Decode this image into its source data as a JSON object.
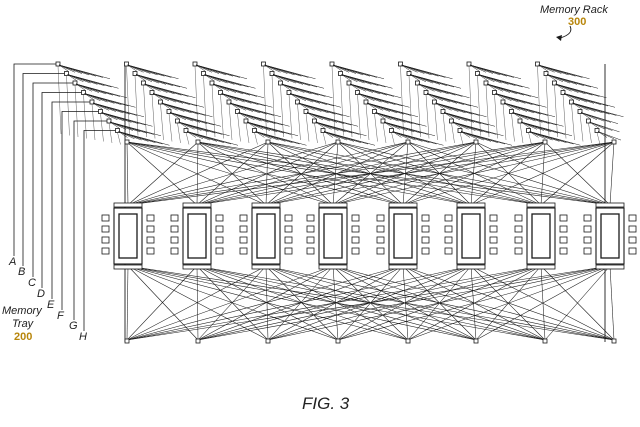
{
  "labels": {
    "rack_title": "Memory Rack",
    "rack_ref": "300",
    "tray_title_1": "Memory",
    "tray_title_2": "Tray",
    "tray_ref": "200",
    "figure": "FIG. 3"
  },
  "trays": [
    "A",
    "B",
    "C",
    "D",
    "E",
    "F",
    "G",
    "H"
  ],
  "colors": {
    "line": "#1a1a1a",
    "ref": "#b8860b"
  }
}
